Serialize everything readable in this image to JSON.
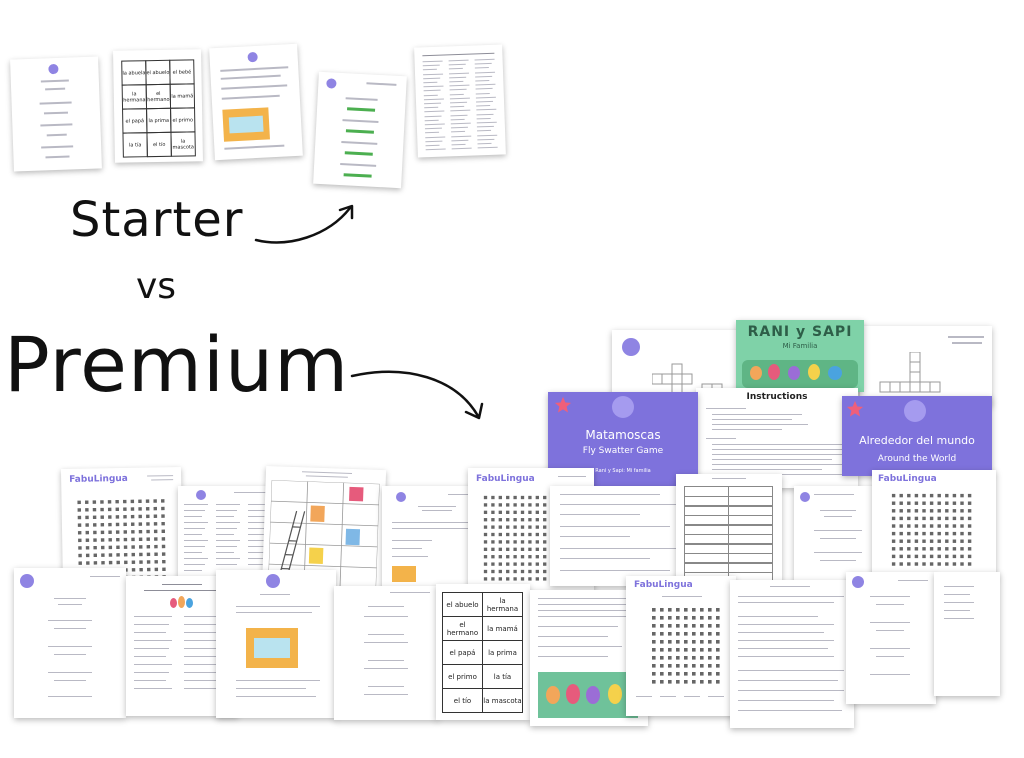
{
  "labels": {
    "starter": "Starter",
    "vs": "vs",
    "premium": "Premium"
  },
  "covers": {
    "matamoscas": {
      "title": "Matamoscas",
      "subtitle": "Fly Swatter Game",
      "tagline": "Rani y Sapi: Mi familia"
    },
    "alrededor": {
      "title": "Alrededor del mundo",
      "subtitle": "Around the World"
    },
    "rani_sapi": {
      "title": "RANI y SAPI",
      "subtitle": "Mi Familia"
    }
  },
  "instructions_title": "Instructions",
  "brand_name": "FabuLingua",
  "bingo_words": [
    "el abuelo",
    "la hermana",
    "el hermano",
    "la mamá",
    "el papá",
    "la prima",
    "el primo",
    "la tía",
    "el tío",
    "la mascota"
  ],
  "starter_bingo_words": [
    "la abuela",
    "el abuelo",
    "el bebé",
    "la hermana",
    "el hermano",
    "la mamá",
    "el papá",
    "la prima",
    "el primo",
    "la tía",
    "el tío",
    "la mascota"
  ],
  "colors": {
    "cover_purple": "#7e72dc",
    "logo_purple": "#8f84e3",
    "star_pink": "#ef5f7a",
    "cover_green": "#7fd2a8",
    "dark_text": "#111111"
  }
}
